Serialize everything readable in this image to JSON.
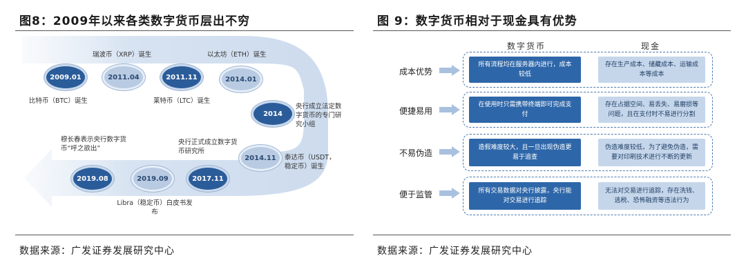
{
  "left": {
    "title": "图8：2009年以来各类数字货币层出不穷",
    "source": "数据来源：广发证券发展研究中心",
    "nodes": [
      {
        "date": "2009.01",
        "label": "比特币（BTC）诞生"
      },
      {
        "date": "2011.04",
        "label": "瑞波币（XRP）诞生"
      },
      {
        "date": "2011.11",
        "label": "莱特币（LTC）诞生"
      },
      {
        "date": "2014.01",
        "label": "以太坊（ETH）诞生"
      },
      {
        "date": "2014",
        "label": "央行成立法定数字货币的专门研究小组"
      },
      {
        "date": "2014.11",
        "label": "泰达币（USDT，稳定币）诞生"
      },
      {
        "date": "2017.11",
        "label": "央行正式成立数字货币研究所"
      },
      {
        "date": "2019.09",
        "label": "Libra（稳定币）白皮书发布"
      },
      {
        "date": "2019.08",
        "label": "穆长春表示央行数字货币“呼之欲出”"
      }
    ]
  },
  "right": {
    "title": "图 9：数字货币相对于现金具有优势",
    "source": "数据来源：广发证券发展研究中心",
    "col_digital": "数字货币",
    "col_cash": "现金",
    "rows": [
      {
        "label": "成本优势",
        "digital": "所有流程均在服务器内进行，成本较低",
        "cash": "存在生产成本、储藏成本、运输成本等成本"
      },
      {
        "label": "便捷易用",
        "digital": "在使用时只需携带终端即可完成支付",
        "cash": "存在占据空间、易丢失、易磨损等问题，且在支付时不易进行分割"
      },
      {
        "label": "不易伪造",
        "digital": "造假难度较大，且一旦出现伪造更易于追查",
        "cash": "伪造难度较低，为了避免伪造，需要对印刷技术进行不断的更新"
      },
      {
        "label": "便于监管",
        "digital": "所有交易数据对央行披露，央行能对交易进行追踪",
        "cash": "无法对交易进行追踪，存在洗钱、逃税、恐怖融资等违法行为"
      }
    ]
  }
}
